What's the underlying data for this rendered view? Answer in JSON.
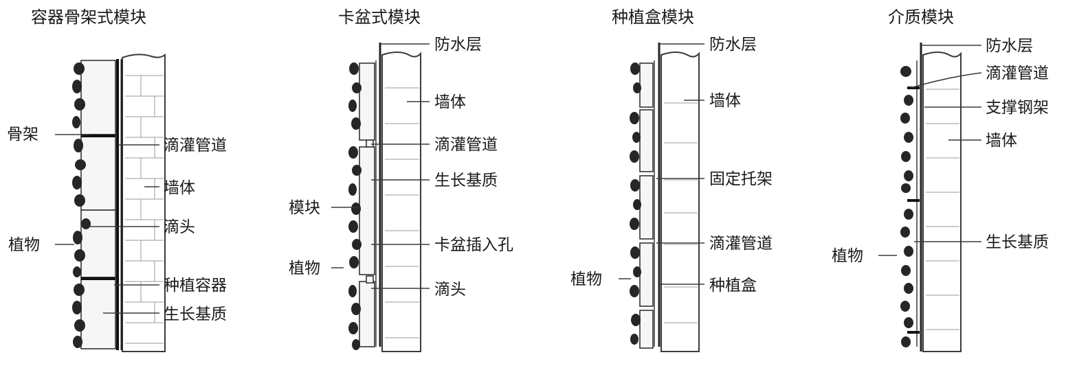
{
  "modules": [
    {
      "title": "容器骨架式模块",
      "labels": [
        "骨架",
        "滴灌管道",
        "墙体",
        "滴头",
        "植物",
        "种植容器",
        "生长基质"
      ]
    },
    {
      "title": "卡盆式模块",
      "labels": [
        "防水层",
        "墙体",
        "滴灌管道",
        "生长基质",
        "模块",
        "卡盆插入孔",
        "植物",
        "滴头"
      ]
    },
    {
      "title": "种植盒模块",
      "labels": [
        "防水层",
        "墙体",
        "固定托架",
        "滴灌管道",
        "植物",
        "种植盒"
      ]
    },
    {
      "title": "介质模块",
      "labels": [
        "防水层",
        "滴灌管道",
        "支撑钢架",
        "墙体",
        "生长基质",
        "植物"
      ]
    }
  ]
}
